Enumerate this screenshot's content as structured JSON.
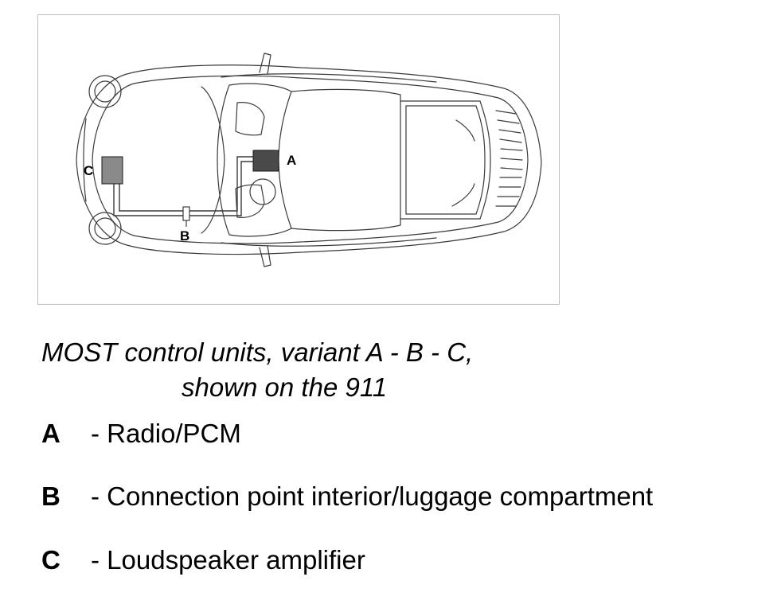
{
  "diagram": {
    "labels": {
      "a": "A",
      "b": "B",
      "c": "C"
    },
    "colors": {
      "outline": "#3a3a3a",
      "unit_a": "#4a4a4a",
      "unit_c": "#8a8a8a",
      "frame": "#bdbdbd"
    }
  },
  "caption": {
    "line1": "MOST control units, variant A - B - C,",
    "line2": "shown on the 911"
  },
  "legend": [
    {
      "key": "A",
      "description": "- Radio/PCM"
    },
    {
      "key": "B",
      "description": "- Connection point interior/luggage compartment"
    },
    {
      "key": "C",
      "description": "- Loudspeaker amplifier"
    }
  ]
}
